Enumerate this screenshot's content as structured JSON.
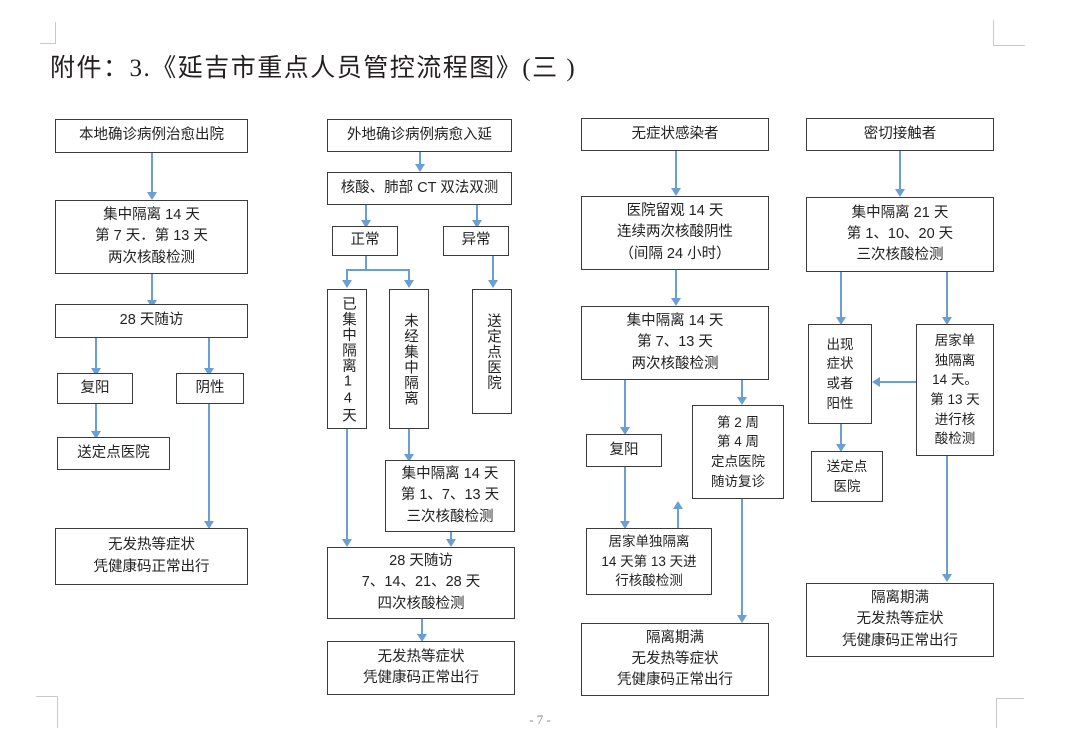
{
  "document": {
    "title": "附件：3.《延吉市重点人员管控流程图》(三 )",
    "page_number": "- 7 -"
  },
  "colors": {
    "connector": "#6a9fd4",
    "box_border": "#3b3b3b",
    "text": "#222222",
    "crop_mark": "#c9c9c9",
    "background": "#ffffff"
  },
  "columns": [
    {
      "name": "local-confirmed-cured",
      "nodes": [
        {
          "id": "c1n1",
          "label": "本地确诊病例治愈出院"
        },
        {
          "id": "c1n2",
          "label": "集中隔离 14 天\n第 7 天．第 13 天\n两次核酸检测"
        },
        {
          "id": "c1n3",
          "label": "28 天随访"
        },
        {
          "id": "c1n4",
          "label": "复阳"
        },
        {
          "id": "c1n5",
          "label": "阴性"
        },
        {
          "id": "c1n6",
          "label": "送定点医院"
        },
        {
          "id": "c1n7",
          "label": "无发热等症状\n凭健康码正常出行"
        }
      ]
    },
    {
      "name": "outside-confirmed-cured-entering",
      "nodes": [
        {
          "id": "c2n1",
          "label": "外地确诊病例病愈入延"
        },
        {
          "id": "c2n2",
          "label": "核酸、肺部 CT 双法双测"
        },
        {
          "id": "c2n3",
          "label": "正常"
        },
        {
          "id": "c2n4",
          "label": "异常"
        },
        {
          "id": "c2n5",
          "label": "已集中隔离14天"
        },
        {
          "id": "c2n6",
          "label": "未经集中隔离"
        },
        {
          "id": "c2n7",
          "label": "送定点医院"
        },
        {
          "id": "c2n8",
          "label": "集中隔离 14 天\n第 1、7、13 天\n三次核酸检测"
        },
        {
          "id": "c2n9",
          "label": "28 天随访\n7、14、21、28 天\n四次核酸检测"
        },
        {
          "id": "c2n10",
          "label": "无发热等症状\n凭健康码正常出行"
        }
      ]
    },
    {
      "name": "asymptomatic-carrier",
      "nodes": [
        {
          "id": "c3n1",
          "label": "无症状感染者"
        },
        {
          "id": "c3n2",
          "label": "医院留观 14 天\n连续两次核酸阴性\n（间隔 24 小时）"
        },
        {
          "id": "c3n3",
          "label": "集中隔离 14 天\n第 7、13 天\n两次核酸检测"
        },
        {
          "id": "c3n4",
          "label": "复阳"
        },
        {
          "id": "c3n5",
          "label": "第 2 周\n第 4 周\n定点医院\n随访复诊"
        },
        {
          "id": "c3n6",
          "label": "居家单独隔离\n14 天第 13 天进\n行核酸检测"
        },
        {
          "id": "c3n7",
          "label": "隔离期满\n无发热等症状\n凭健康码正常出行"
        }
      ]
    },
    {
      "name": "close-contact",
      "nodes": [
        {
          "id": "c4n1",
          "label": "密切接触者"
        },
        {
          "id": "c4n2",
          "label": "集中隔离 21 天\n第 1、10、20 天\n三次核酸检测"
        },
        {
          "id": "c4n3",
          "label": "出现\n症状\n或者\n阳性"
        },
        {
          "id": "c4n4",
          "label": "居家单\n独隔离\n14 天。\n第 13 天\n进行核\n酸检测"
        },
        {
          "id": "c4n5",
          "label": "送定点\n医院"
        },
        {
          "id": "c4n6",
          "label": "隔离期满\n无发热等症状\n凭健康码正常出行"
        }
      ]
    }
  ]
}
